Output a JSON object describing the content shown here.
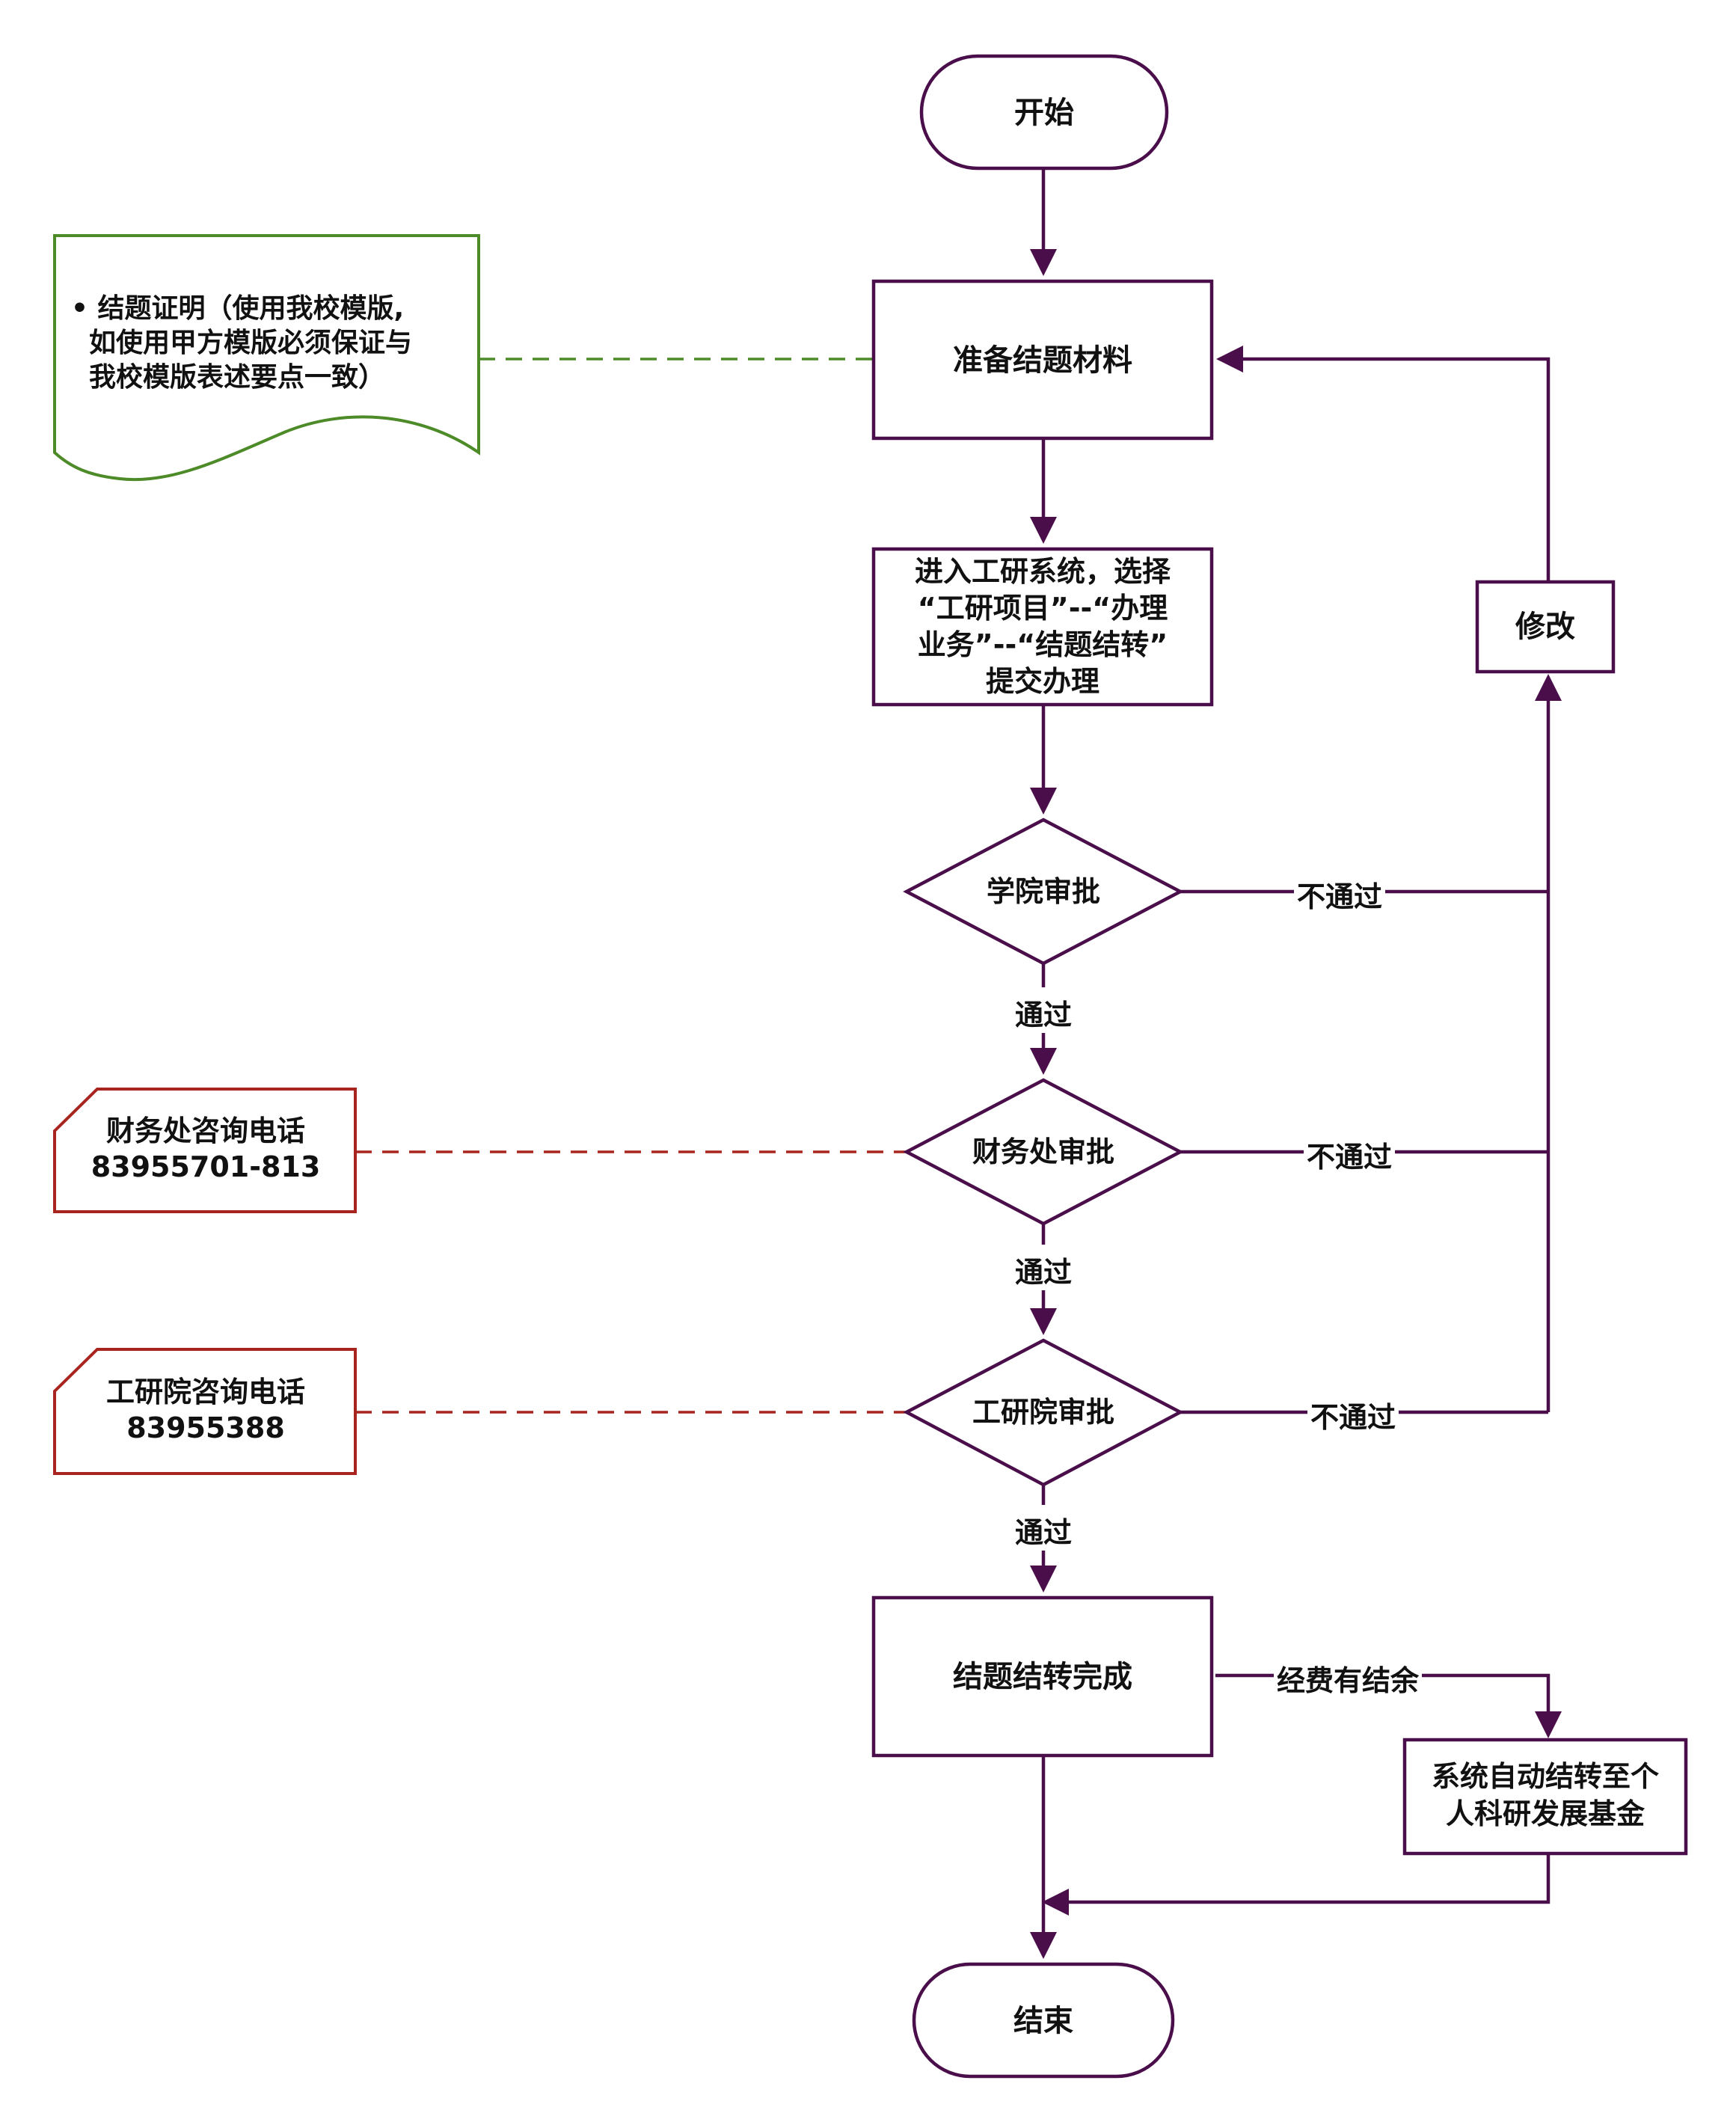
{
  "colors": {
    "main": "#4a0f4b",
    "note_green": "#4d8a28",
    "note_red": "#a8251f",
    "text": "#111111",
    "background": "#ffffff"
  },
  "nodes": {
    "start": "开始",
    "prepare": "准备结题材料",
    "enter_system": [
      "进入工研系统，选择",
      "“工研项目”--“办理",
      "业务”--“结题结转”",
      "提交办理"
    ],
    "college_review": "学院审批",
    "finance_review": "财务处审批",
    "institute_review": "工研院审批",
    "complete": "结题结转完成",
    "auto_transfer": [
      "系统自动结转至个",
      "人科研发展基金"
    ],
    "modify": "修改",
    "end": "结束"
  },
  "labels": {
    "pass_1": "通过",
    "pass_2": "通过",
    "pass_3": "通过",
    "reject_1": "不通过",
    "reject_2": "不通过",
    "reject_3": "不通过",
    "surplus": "经费有结余"
  },
  "notes": {
    "certificate": [
      "• 结题证明（使用我校模版,",
      "如使用甲方模版必须保证与",
      "我校模版表述要点一致）"
    ],
    "finance_contact": [
      "财务处咨询电话",
      "83955701-813"
    ],
    "institute_contact": [
      "工研院咨询电话",
      "83955388"
    ]
  }
}
